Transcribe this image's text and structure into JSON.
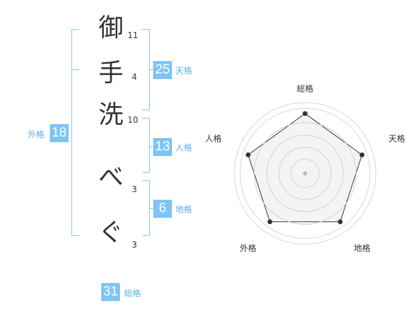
{
  "name": {
    "chars": [
      "御",
      "手",
      "洗",
      "べ",
      "ぐ"
    ],
    "strokes": [
      "11",
      "4",
      "10",
      "3",
      "3"
    ]
  },
  "fortune": {
    "tenkaku": {
      "value": "25",
      "label": "天格"
    },
    "jinkaku": {
      "value": "13",
      "label": "人格"
    },
    "chikaku": {
      "value": "6",
      "label": "地格"
    },
    "gaikaku": {
      "value": "18",
      "label": "外格"
    },
    "soukaku": {
      "value": "31",
      "label": "総格"
    }
  },
  "chart_data": {
    "type": "radar",
    "axes": [
      "総格",
      "天格",
      "地格",
      "外格",
      "人格"
    ],
    "values": [
      0.92,
      0.92,
      0.92,
      0.92,
      0.92
    ],
    "max": 1,
    "rings": 4,
    "fill": "#f2f2f2",
    "stroke": "#333333"
  },
  "colors": {
    "accent": "#7fc4f4",
    "bracket": "#85c4f2",
    "label": "#5aaeea"
  }
}
